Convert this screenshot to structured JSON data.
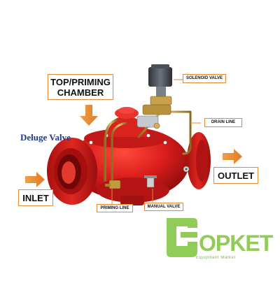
{
  "title": "Deluge Valve",
  "labels": {
    "top_priming_chamber": "TOP/PRIMING\nCHAMBER",
    "solenoid_valve": "SOLENOID VALVE",
    "drain_line": "DRAIN LINE",
    "outlet": "OUTLET",
    "inlet": "INLET",
    "priming_line": "PRIMING LINE",
    "manual_valve": "MANUAL VALVE"
  },
  "watermark": {
    "logo_text": "OPKET",
    "tagline": "Equipment Market"
  },
  "colors": {
    "valve_red": "#d91c1c",
    "valve_dark": "#9e0f0f",
    "brass": "#c9a24a",
    "callout_orange": "#e08a3c",
    "title_blue": "#1f3a8c",
    "watermark_green": "#7ec23c"
  }
}
